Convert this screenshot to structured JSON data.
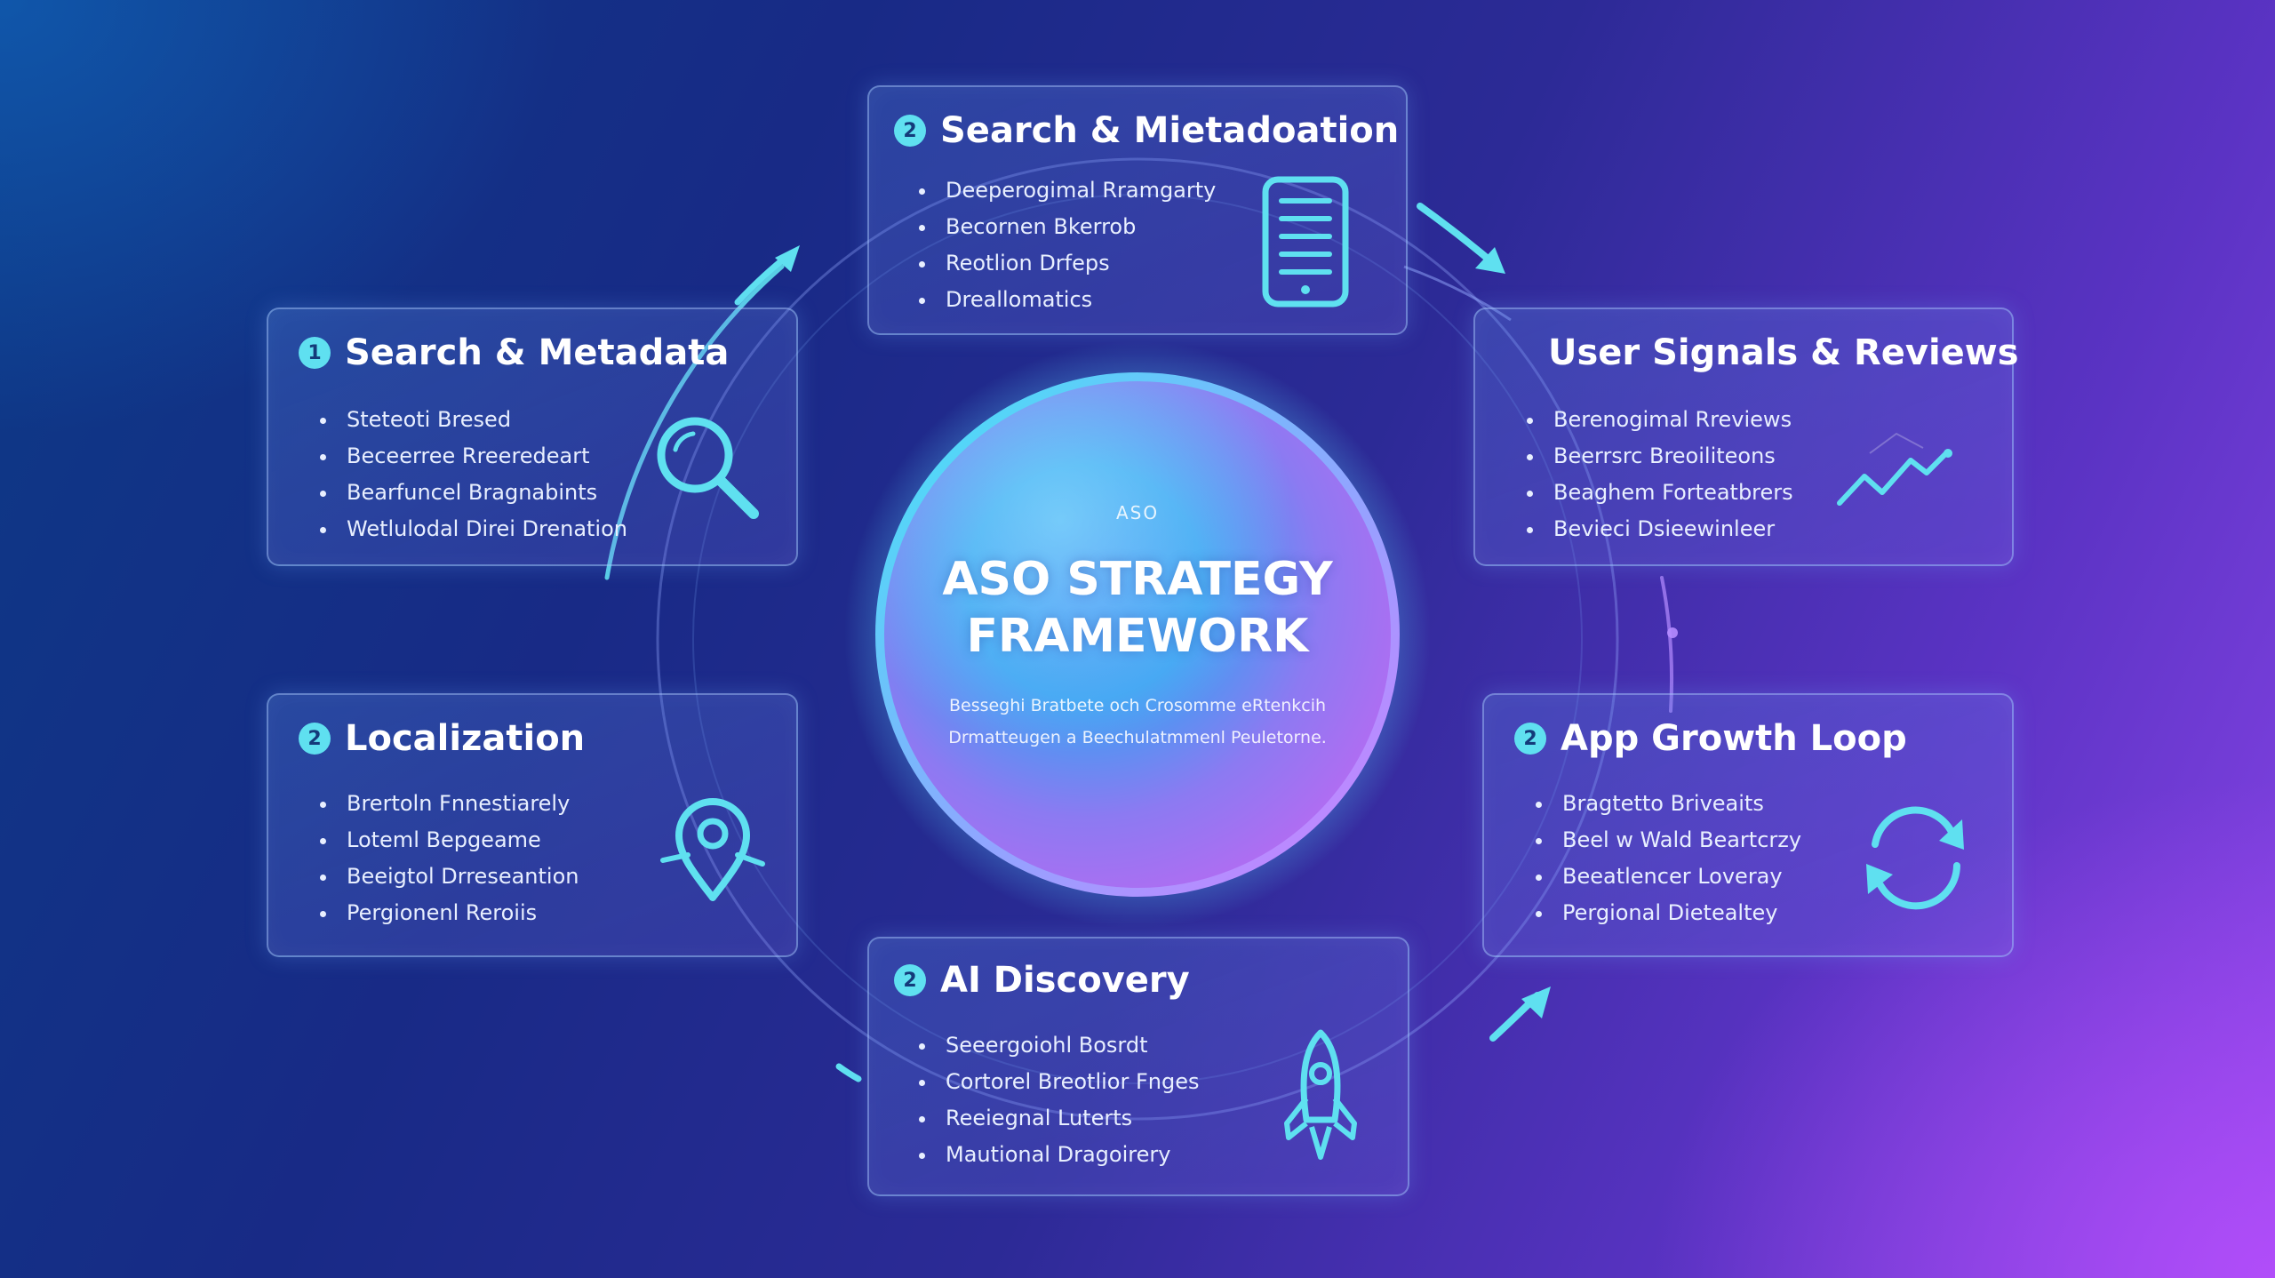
{
  "center": {
    "eyebrow": "ASO",
    "title": "ASO STRATEGY FRAMEWORK",
    "subtitle": "Besseghi Bratbete och Crosomme eRtenkcih Drmatteugen a Beechulatmmenl Peuletorne."
  },
  "cards": {
    "top": {
      "badge": "2",
      "title": "Search & Mietadoation",
      "items": [
        "Deeperogimal Rramgarty",
        "Becornen Bkerrob",
        "Reotlion Drfeps",
        "Dreallomatics"
      ],
      "icon": "smartphone-icon"
    },
    "upper_left": {
      "badge": "1",
      "title": "Search & Metadata",
      "items": [
        "Steteoti Bresed",
        "Beceerree Rreeredeart",
        "Bearfuncel Bragnabints",
        "Wetlulodal Direi Drenation"
      ],
      "icon": "magnifier-icon"
    },
    "upper_right": {
      "title": "User Signals & Reviews",
      "items": [
        "Berenogimal Rreviews",
        "Beerrsrc Breoiliteons",
        "Beaghem Forteatbrers",
        "Bevieci Dsieewinleer"
      ],
      "icon": "trend-line-icon"
    },
    "lower_left": {
      "badge": "2",
      "title": "Localization",
      "items": [
        "Brertoln Fnnestiarely",
        "Loteml Bepgeame",
        "Beeigtol Drreseantion",
        "Pergionenl Reroiis"
      ],
      "icon": "map-pin-icon"
    },
    "lower_right": {
      "badge": "2",
      "title": "App Growth Loop",
      "items": [
        "Bragtetto Briveaits",
        "Beel w Wald Beartcrzy",
        "Beeatlencer Loveray",
        "Pergional Dietealtey"
      ],
      "icon": "refresh-loop-icon"
    },
    "bottom": {
      "badge": "2",
      "title": "AI Discovery",
      "items": [
        "Seeergoiohl Bosrdt",
        "Cortorel Breotlior Fnges",
        "Reeiegnal Luterts",
        "Mautional Dragoirery"
      ],
      "icon": "rocket-icon"
    }
  },
  "colors": {
    "accent": "#5fe0f0",
    "card_border": "#aad2ff",
    "orb_cyan": "#3fe6f5",
    "orb_violet": "#b26cf2"
  }
}
